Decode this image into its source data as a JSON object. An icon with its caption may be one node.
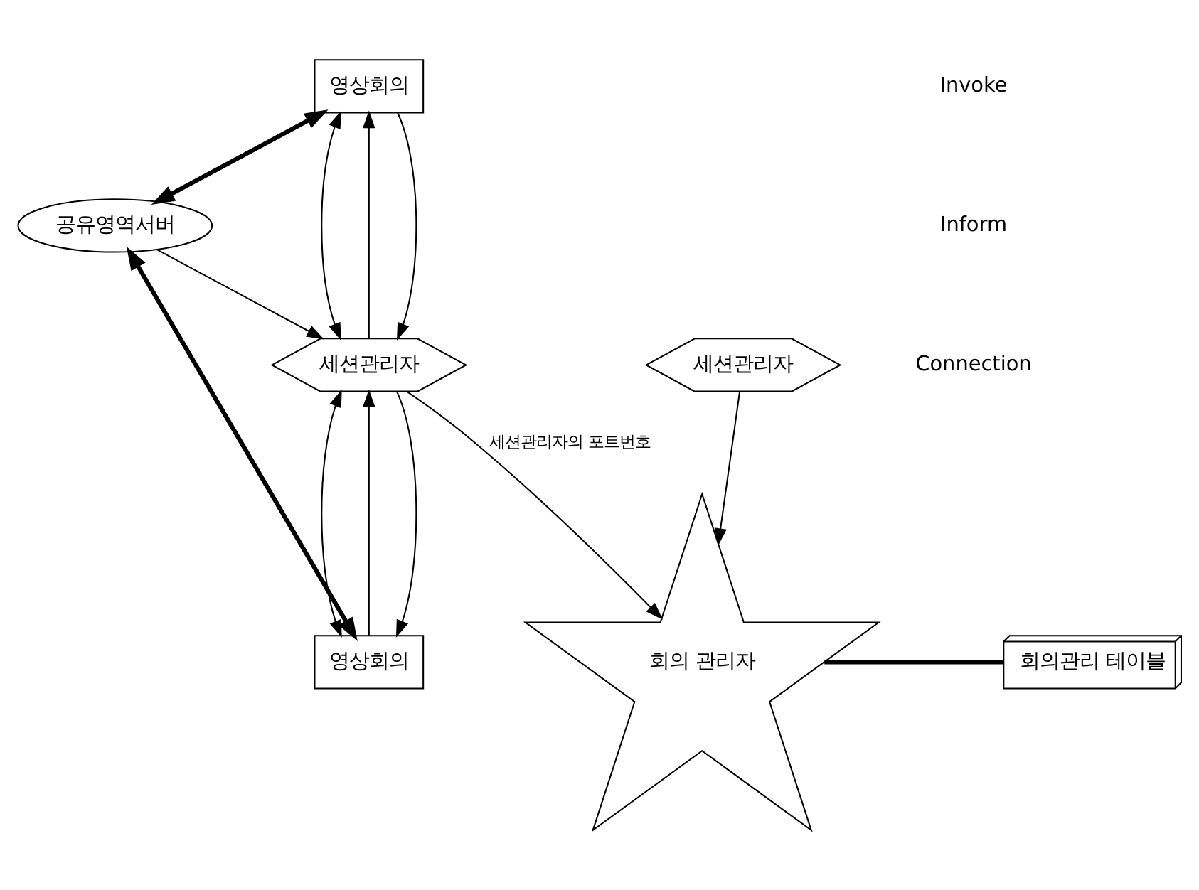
{
  "diagram": {
    "nodes": [
      {
        "text": [
          "영상회의"
        ]
      },
      {
        "text": [
          "회의 관리자"
        ]
      },
      {
        "text": [
          "회의관리 테이블"
        ]
      },
      {
        "text": [
          "세션관리자"
        ]
      },
      {
        "text": [
          "세션관리자"
        ]
      },
      {
        "text": [
          "공유영역서버"
        ]
      },
      {
        "text": [
          "영상회의"
        ]
      }
    ],
    "edges": [
      {
        "from": 0,
        "to": 3,
        "arrow": "both"
      },
      {
        "from": 3,
        "to": 0,
        "arrow": "to"
      },
      {
        "from": 0,
        "to": 3,
        "arrow": "to"
      },
      {
        "from": 3,
        "to": 1,
        "arrow": "to",
        "label": "세션관리자의 포트번호"
      },
      {
        "from": 1,
        "to": 2,
        "arrow": "none",
        "style": "thick"
      },
      {
        "from": 4,
        "to": 1,
        "arrow": "to"
      },
      {
        "from": 0,
        "to": 5,
        "arrow": "both",
        "style": "thick"
      },
      {
        "from": 5,
        "to": 3,
        "arrow": "to"
      },
      {
        "from": 3,
        "to": 6,
        "arrow": "both"
      },
      {
        "from": 6,
        "to": 3,
        "arrow": "to"
      },
      {
        "from": 3,
        "to": 6,
        "arrow": "to"
      },
      {
        "from": 5,
        "to": 6,
        "arrow": "both",
        "style": "thick"
      }
    ],
    "legend": [
      {
        "text": "Invoke"
      },
      {
        "text": "Inform"
      },
      {
        "text": "Connection"
      }
    ]
  }
}
